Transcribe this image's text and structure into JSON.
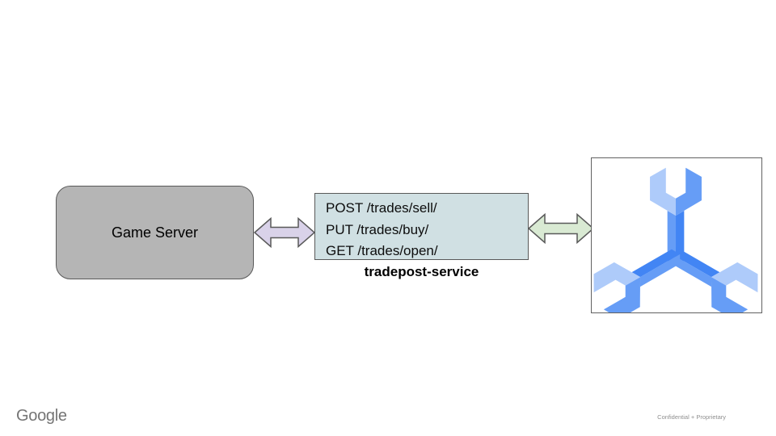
{
  "slide": {
    "game_server": {
      "label": "Game Server"
    },
    "service": {
      "routes": [
        "POST /trades/sell/",
        "PUT /trades/buy/",
        "GET /trades/open/"
      ],
      "caption": "tradepost-service"
    },
    "gke": {
      "icon": "kubernetes-engine-icon"
    },
    "connectors": {
      "left": {
        "type": "double-arrow",
        "fill": "#d9d2e9",
        "stroke": "#595959"
      },
      "right": {
        "type": "double-arrow",
        "fill": "#d9ead3",
        "stroke": "#595959"
      }
    },
    "palette": {
      "gke_light": "#aecbfa",
      "gke_medium": "#669df6",
      "gke_dark": "#4285f4",
      "node_gray": "#b5b5b5",
      "service_fill": "#d0e0e3"
    },
    "footer": {
      "brand": "Google",
      "classification": "Confidential + Proprietary"
    }
  }
}
